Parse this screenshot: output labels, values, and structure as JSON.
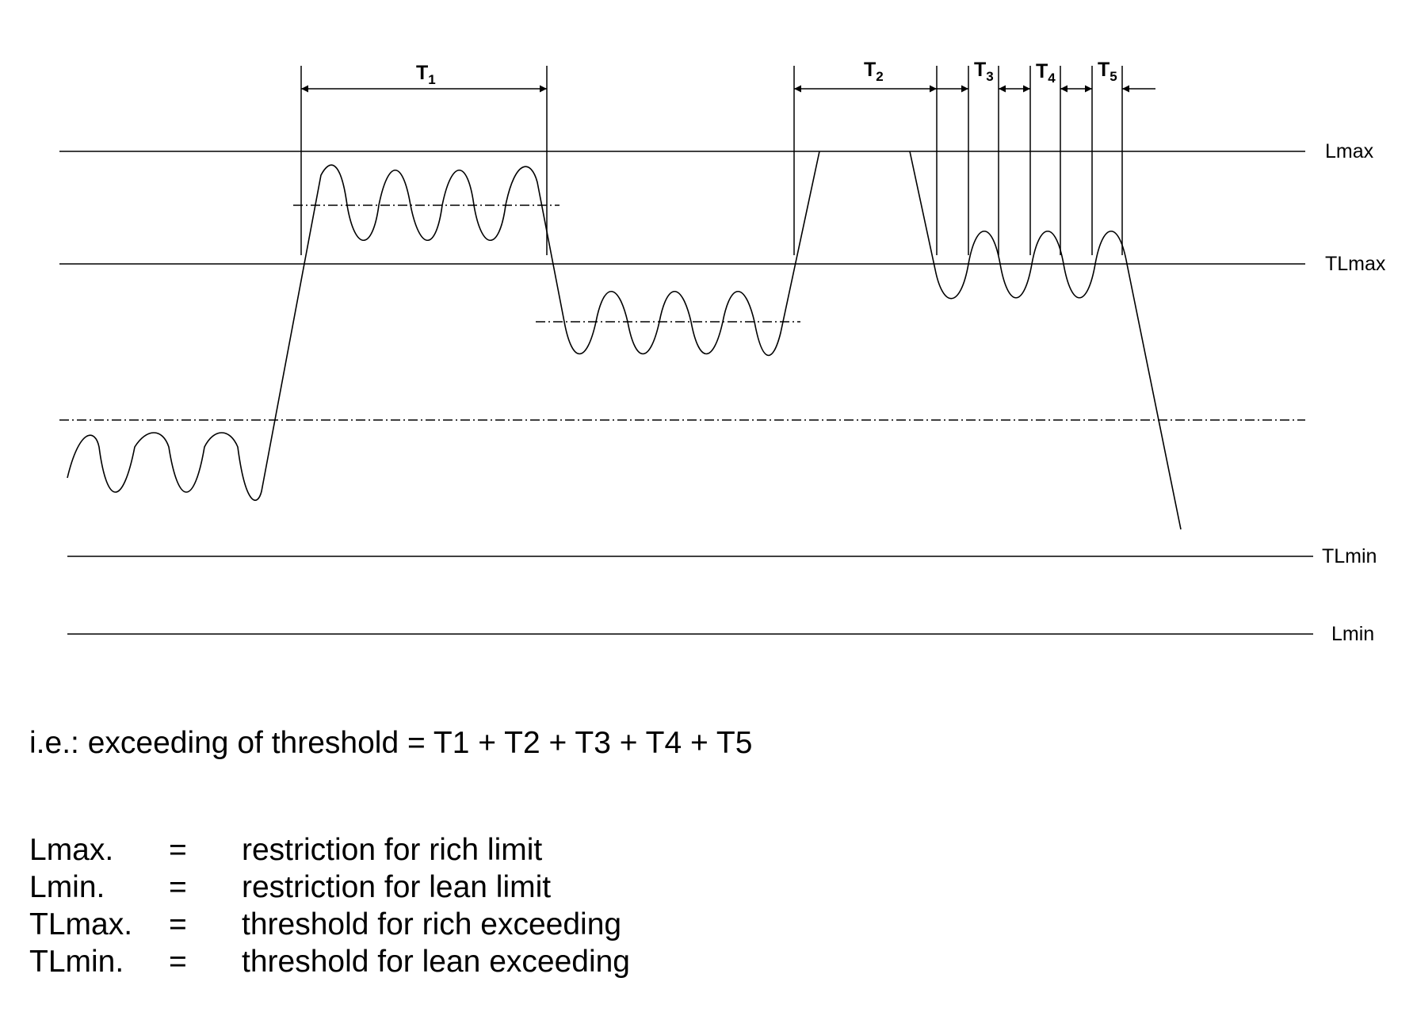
{
  "levels": {
    "lmax": "Lmax",
    "tlmax": "TLmax",
    "tlmin": "TLmin",
    "lmin": "Lmin"
  },
  "intervals": [
    {
      "main": "T",
      "sub": "1"
    },
    {
      "main": "T",
      "sub": "2"
    },
    {
      "main": "T",
      "sub": "3"
    },
    {
      "main": "T",
      "sub": "4"
    },
    {
      "main": "T",
      "sub": "5"
    }
  ],
  "formula": "i.e.: exceeding of threshold = T1 + T2 + T3 + T4 + T5",
  "legend": [
    {
      "term": "Lmax.",
      "eq": "=",
      "definition": "restriction for rich limit"
    },
    {
      "term": "Lmin.",
      "eq": "=",
      "definition": "restriction for lean limit"
    },
    {
      "term": "TLmax.",
      "eq": "=",
      "definition": "threshold for rich exceeding"
    },
    {
      "term": "TLmin.",
      "eq": "=",
      "definition": "threshold for lean exceeding"
    }
  ]
}
